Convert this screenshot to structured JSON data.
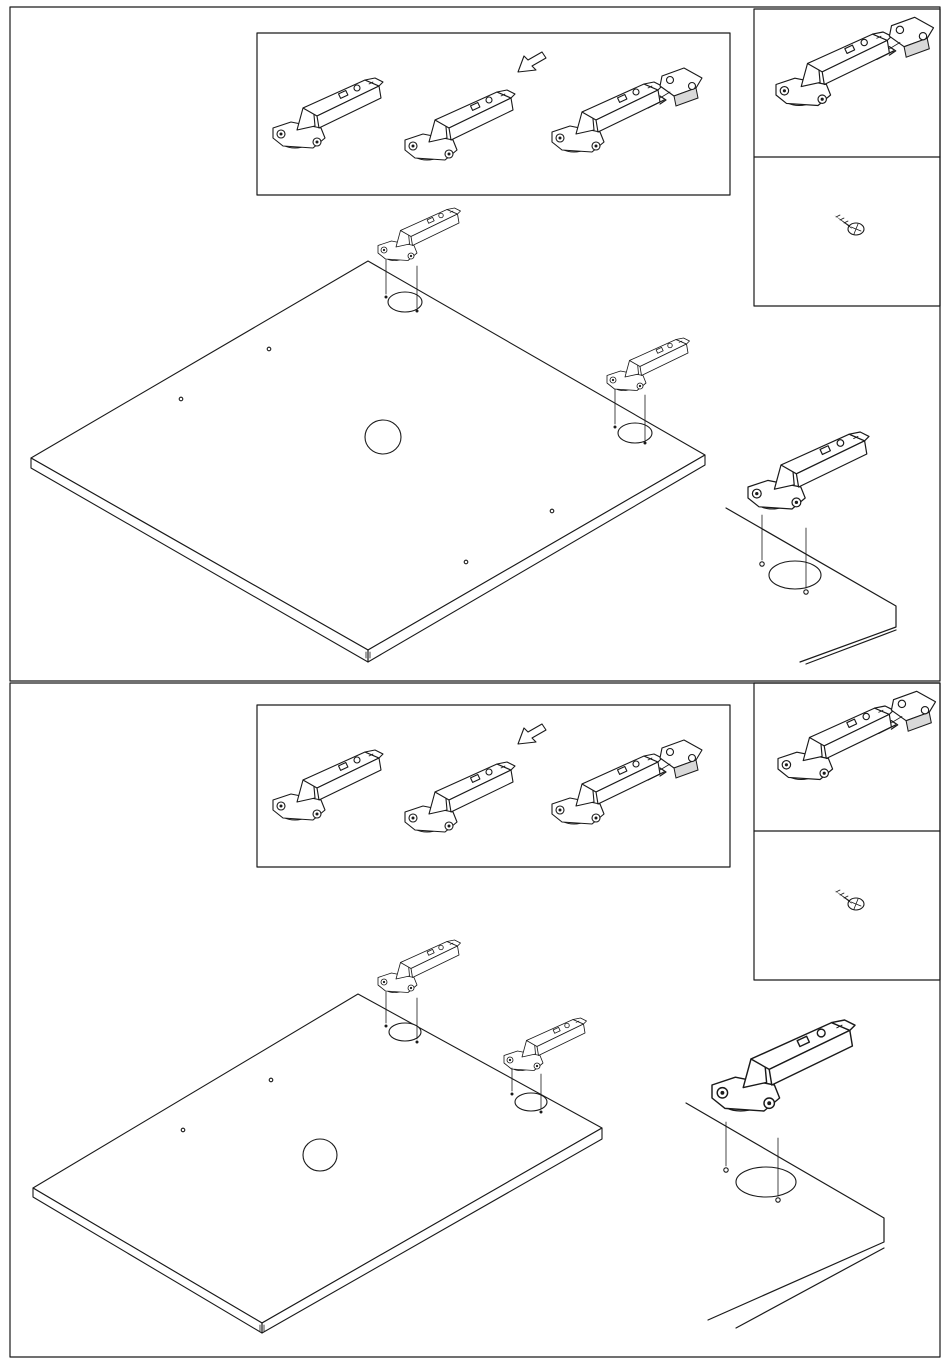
{
  "panels": [
    {
      "id": "top",
      "hinge_positions": 3
    },
    {
      "id": "bottom",
      "hinge_positions": 3
    }
  ],
  "parts": [
    {
      "name": "hinge-part",
      "icon": "hinge-icon"
    },
    {
      "name": "screw-part",
      "icon": "screw-icon"
    }
  ]
}
